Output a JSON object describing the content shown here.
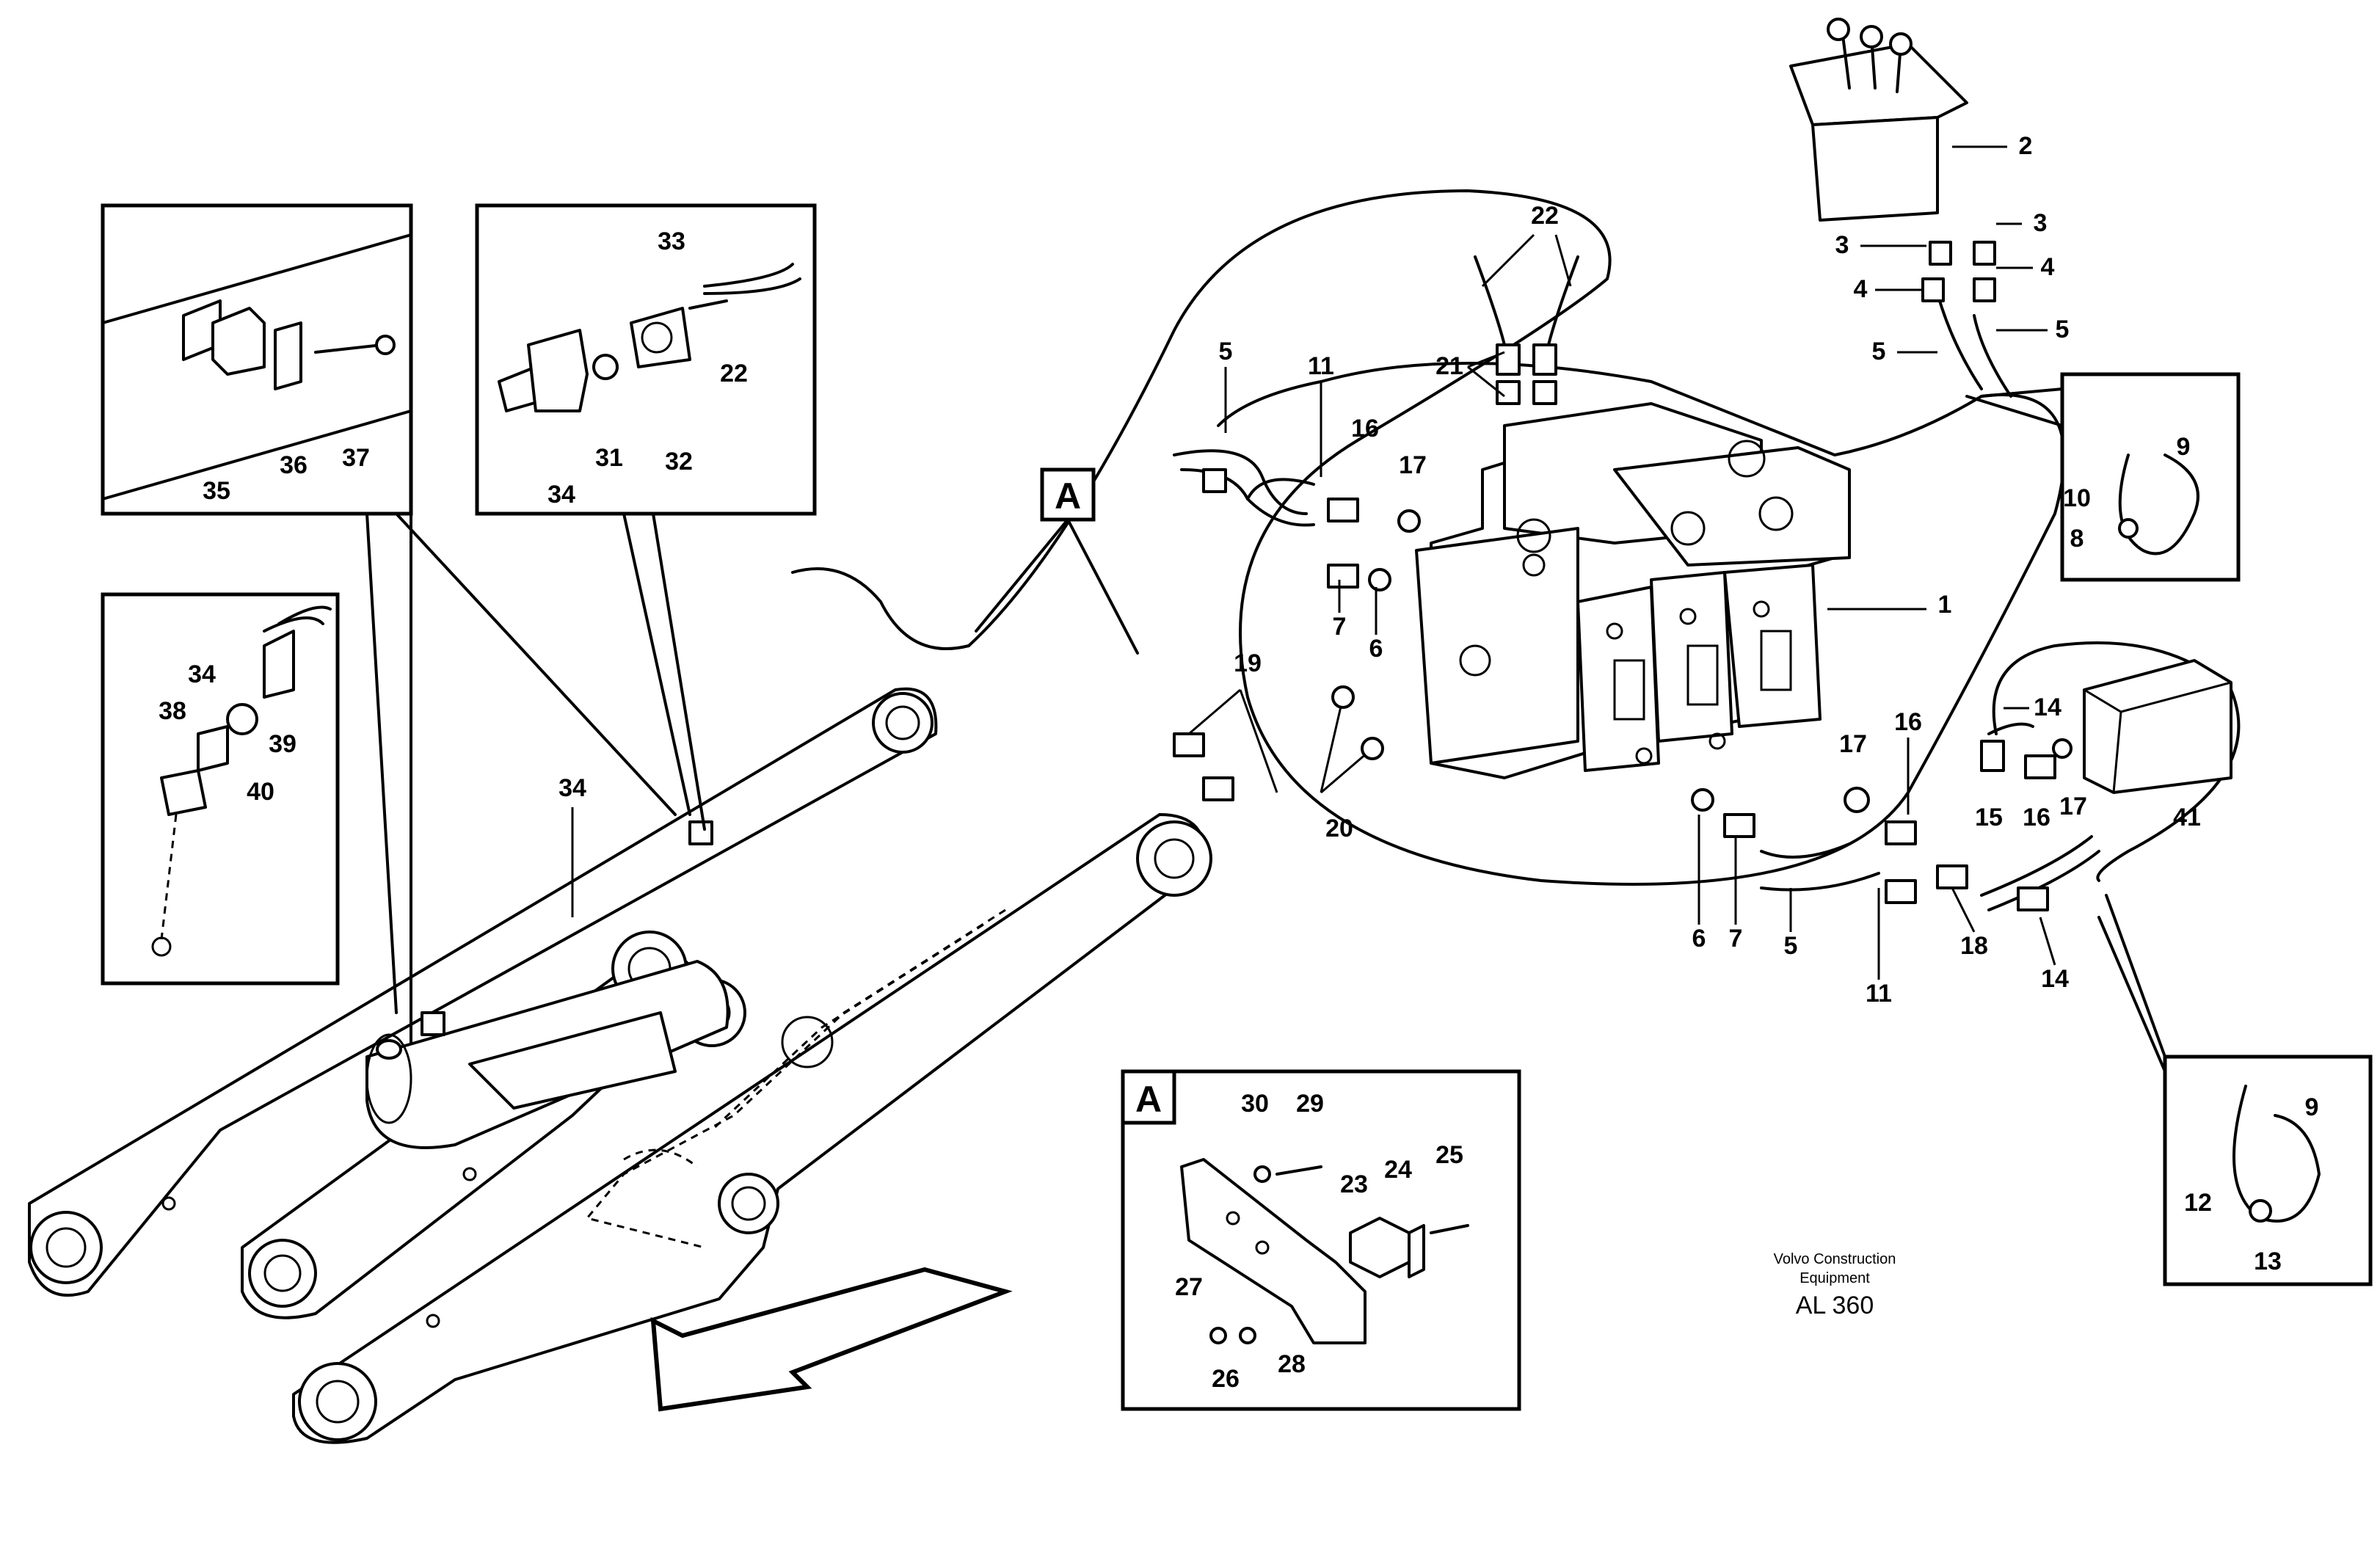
{
  "labels": {
    "n1": "1",
    "n2": "2",
    "n3a": "3",
    "n3b": "3",
    "n4a": "4",
    "n4b": "4",
    "n5a": "5",
    "n5b": "5",
    "n5c": "5",
    "n5d": "5",
    "n6a": "6",
    "n6b": "6",
    "n7a": "7",
    "n7b": "7",
    "n8": "8",
    "n9a": "9",
    "n9b": "9",
    "n10": "10",
    "n11a": "11",
    "n11b": "11",
    "n12": "12",
    "n13": "13",
    "n14a": "14",
    "n14b": "14",
    "n15": "15",
    "n16a": "16",
    "n16b": "16",
    "n16c": "16",
    "n17a": "17",
    "n17b": "17",
    "n17c": "17",
    "n18": "18",
    "n19": "19",
    "n20": "20",
    "n21": "21",
    "n22a": "22",
    "n22b": "22",
    "n23": "23",
    "n24": "24",
    "n25": "25",
    "n26": "26",
    "n27": "27",
    "n28": "28",
    "n29": "29",
    "n30": "30",
    "n31": "31",
    "n32": "32",
    "n33": "33",
    "n34a": "34",
    "n34b": "34",
    "n34c": "34",
    "n35": "35",
    "n36": "36",
    "n37": "37",
    "n38": "38",
    "n39": "39",
    "n40": "40",
    "n41": "41"
  },
  "detail_a": {
    "marker": "A",
    "box_label": "A"
  },
  "credit": {
    "line1": "Volvo Construction",
    "line2": "Equipment",
    "code": "AL 360"
  }
}
